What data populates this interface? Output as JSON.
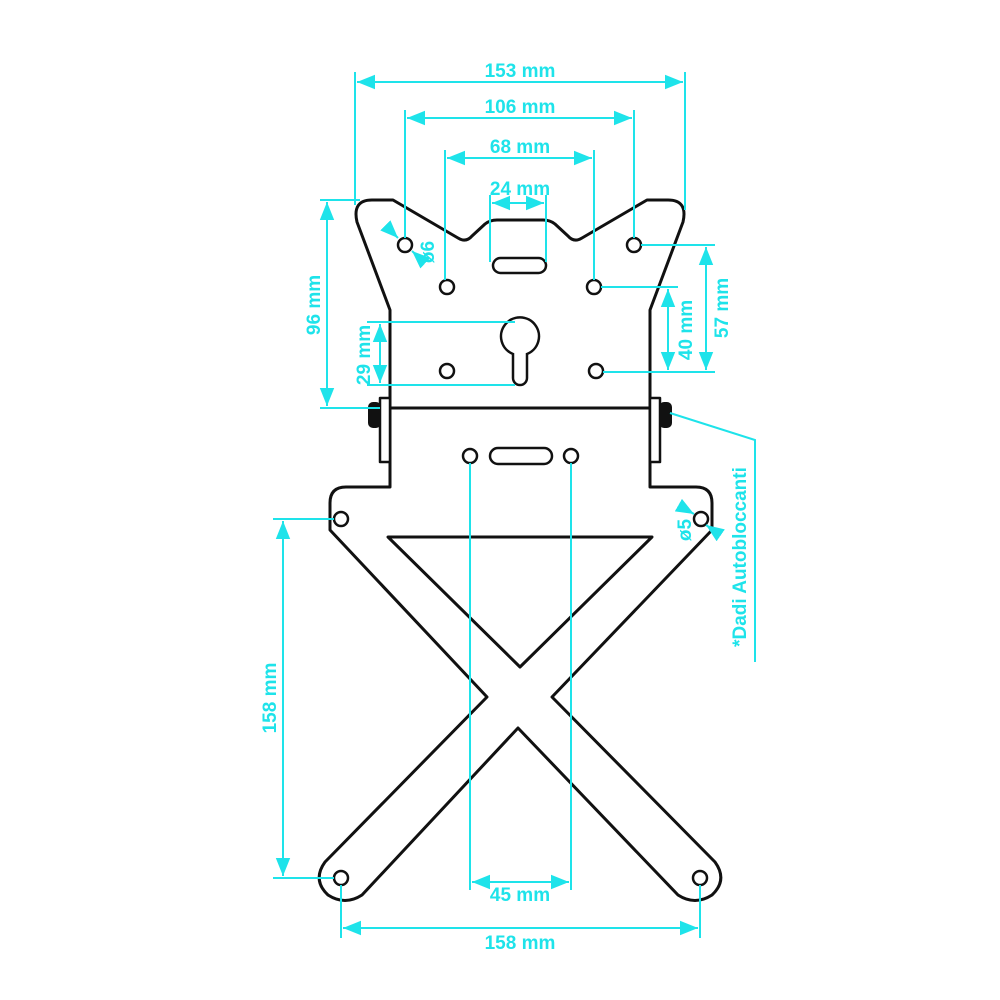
{
  "colors": {
    "outline": "#111111",
    "dimension": "#1ee3ea"
  },
  "dimensions": {
    "overall_top_width": "153 mm",
    "outer_hole_spacing": "106 mm",
    "inner_hole_spacing": "68 mm",
    "top_slot_width": "24 mm",
    "top_plate_height": "96 mm",
    "keyhole_height": "29 mm",
    "inner_hole_vertical": "40 mm",
    "outer_hole_vertical": "57 mm",
    "leg_height": "158 mm",
    "center_hole_spacing": "45 mm",
    "foot_width": "158 mm",
    "top_hole_diameter": "ø6",
    "lug_hole_diameter": "ø5"
  },
  "note": "*Dadi Autobloccanti"
}
